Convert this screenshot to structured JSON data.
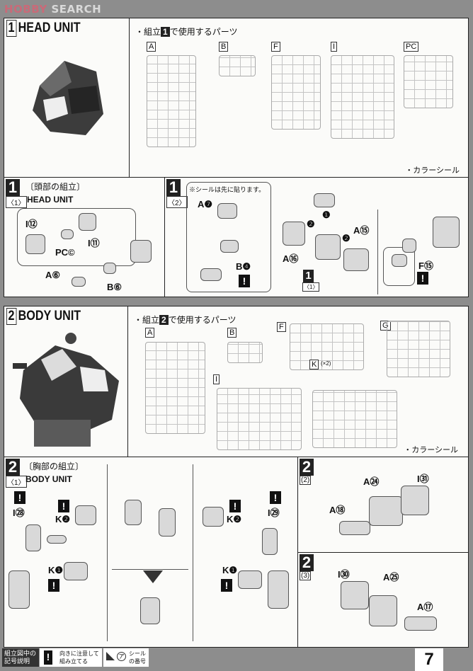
{
  "watermark": {
    "brand_a": "HOBBY",
    "brand_b": "SEARCH"
  },
  "section1": {
    "number": "1",
    "title": "HEAD UNIT",
    "parts_heading_prefix": "・組立",
    "parts_heading_num": "1",
    "parts_heading_suffix": "で使用するパーツ",
    "sprues": [
      "A",
      "B",
      "F",
      "I",
      "PC"
    ],
    "color_seal": "・カラーシール"
  },
  "step1_1": {
    "number": "1",
    "sub": "〈1〉",
    "title": "〔頭部の組立〕",
    "title_en": "HEAD UNIT",
    "callouts": [
      "I⑫",
      "I⑪",
      "PC©",
      "A⑥",
      "B⑥"
    ]
  },
  "step1_2": {
    "number": "1",
    "sub": "〈2〉",
    "note": "※シールは先に貼ります。",
    "callouts": [
      "A❼",
      "B❹",
      "A⑯",
      "A⑮",
      "F⑮",
      "❶",
      "❷",
      "❷"
    ],
    "ref_number": "1",
    "ref_sub": "〈1〉"
  },
  "section2": {
    "number": "2",
    "title": "BODY UNIT",
    "parts_heading_prefix": "・組立",
    "parts_heading_num": "2",
    "parts_heading_suffix": "で使用するパーツ",
    "sprues": [
      "A",
      "B",
      "F",
      "G",
      "I",
      "K"
    ],
    "k_multiplier": "(×2)",
    "color_seal": "・カラーシール"
  },
  "step2_1": {
    "number": "2",
    "sub": "〈1〉",
    "title": "〔胸部の組立〕",
    "title_en": "BODY UNIT",
    "callouts": [
      "I㉘",
      "K❷",
      "K❶",
      "I㉙",
      "K❷",
      "K❶"
    ]
  },
  "step2_2": {
    "number": "2",
    "sub": "(2)",
    "callouts": [
      "A㉔",
      "I㉛",
      "A⑱"
    ]
  },
  "step2_3": {
    "number": "2",
    "sub": "(3)",
    "callouts": [
      "I㉚",
      "A㉕",
      "A⑰"
    ]
  },
  "footer": {
    "legend_title": "組立図中の記号説明",
    "warn_symbol": "!",
    "warn_text": "向きに注意して組み立てる",
    "seal_symbol": "ア",
    "seal_text": "シールの番号",
    "page_number": "7"
  }
}
